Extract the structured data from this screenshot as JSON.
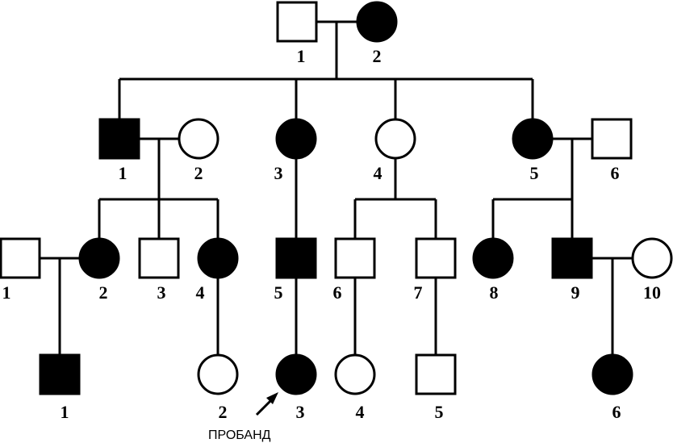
{
  "generations": {
    "I": [
      {
        "id": "I-1",
        "label": "1",
        "sex": "male",
        "affected": false
      },
      {
        "id": "I-2",
        "label": "2",
        "sex": "female",
        "affected": true
      }
    ],
    "II": [
      {
        "id": "II-1",
        "label": "1",
        "sex": "male",
        "affected": true
      },
      {
        "id": "II-2",
        "label": "2",
        "sex": "female",
        "affected": false
      },
      {
        "id": "II-3",
        "label": "3",
        "sex": "female",
        "affected": true
      },
      {
        "id": "II-4",
        "label": "4",
        "sex": "female",
        "affected": false
      },
      {
        "id": "II-5",
        "label": "5",
        "sex": "female",
        "affected": true
      },
      {
        "id": "II-6",
        "label": "6",
        "sex": "male",
        "affected": false
      }
    ],
    "III": [
      {
        "id": "III-1",
        "label": "1",
        "sex": "male",
        "affected": false
      },
      {
        "id": "III-2",
        "label": "2",
        "sex": "female",
        "affected": true
      },
      {
        "id": "III-3",
        "label": "3",
        "sex": "male",
        "affected": false
      },
      {
        "id": "III-4",
        "label": "4",
        "sex": "female",
        "affected": true
      },
      {
        "id": "III-5",
        "label": "5",
        "sex": "male",
        "affected": true
      },
      {
        "id": "III-6",
        "label": "6",
        "sex": "male",
        "affected": false
      },
      {
        "id": "III-7",
        "label": "7",
        "sex": "male",
        "affected": false
      },
      {
        "id": "III-8",
        "label": "8",
        "sex": "female",
        "affected": true
      },
      {
        "id": "III-9",
        "label": "9",
        "sex": "male",
        "affected": true
      },
      {
        "id": "III-10",
        "label": "10",
        "sex": "female",
        "affected": false
      }
    ],
    "IV": [
      {
        "id": "IV-1",
        "label": "1",
        "sex": "male",
        "affected": true
      },
      {
        "id": "IV-2",
        "label": "2",
        "sex": "female",
        "affected": false
      },
      {
        "id": "IV-3",
        "label": "3",
        "sex": "female",
        "affected": true,
        "proband": true
      },
      {
        "id": "IV-4",
        "label": "4",
        "sex": "female",
        "affected": false
      },
      {
        "id": "IV-5",
        "label": "5",
        "sex": "male",
        "affected": false
      },
      {
        "id": "IV-6",
        "label": "6",
        "sex": "female",
        "affected": true
      }
    ]
  },
  "proband_label": "ПРОБАНД",
  "colors": {
    "affected": "#000000",
    "unaffected": "#ffffff",
    "line": "#000000"
  }
}
